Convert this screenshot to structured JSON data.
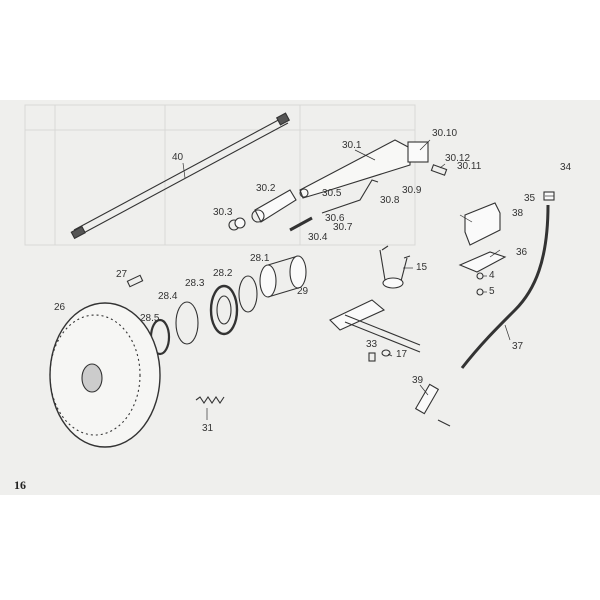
{
  "page_number": "16",
  "callouts": {
    "p40": "40",
    "p30_1": "30.1",
    "p30_10": "30.10",
    "p30_12": "30.12",
    "p30_11": "30.11",
    "p34": "34",
    "p35": "35",
    "p30_9": "30.9",
    "p30_2": "30.2",
    "p30_8": "30.8",
    "p30_5": "30.5",
    "p30_6": "30.6",
    "p30_7": "30.7",
    "p30_3": "30.3",
    "p30_4": "30.4",
    "p38": "38",
    "p36": "36",
    "p27": "27",
    "p28_1": "28.1",
    "p15": "15",
    "p28_3": "28.3",
    "p28_2": "28.2",
    "p29": "29",
    "p4": "4",
    "p5": "5",
    "p28_4": "28.4",
    "p26": "26",
    "p28_5": "28.5",
    "p37": "37",
    "p33": "33",
    "p17": "17",
    "p39": "39",
    "p31": "31"
  }
}
